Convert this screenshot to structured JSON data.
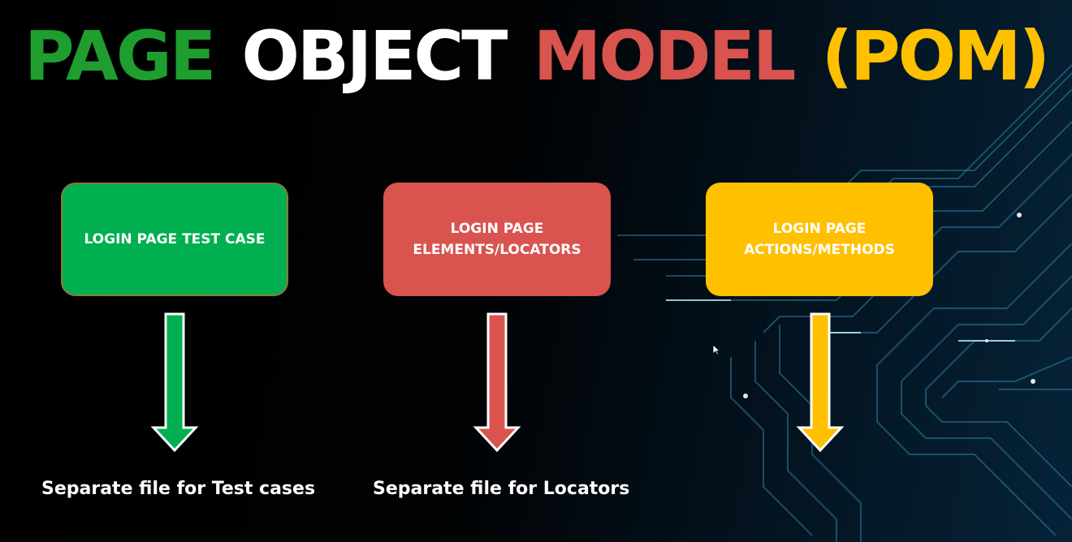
{
  "title": {
    "part1": "PAGE",
    "part2": "OBJECT",
    "part3": "MODEL",
    "part4": "(POM)"
  },
  "colors": {
    "green": "#00b050",
    "red": "#d9534f",
    "yellow": "#ffc000",
    "title_green": "#1e9e2e",
    "title_red": "#d9534f",
    "title_yellow": "#ffc000",
    "white": "#ffffff"
  },
  "boxes": [
    {
      "label": "LOGIN PAGE TEST CASE",
      "color": "green"
    },
    {
      "label": "LOGIN PAGE\nELEMENTS/LOCATORS",
      "color": "red"
    },
    {
      "label": "LOGIN PAGE\nACTIONS/METHODS",
      "color": "yellow"
    }
  ],
  "captions": {
    "test_cases": "Separate file for Test cases",
    "locators": "Separate file for Locators"
  },
  "icons": [
    "arrow-down-icon",
    "mouse-cursor-icon"
  ]
}
